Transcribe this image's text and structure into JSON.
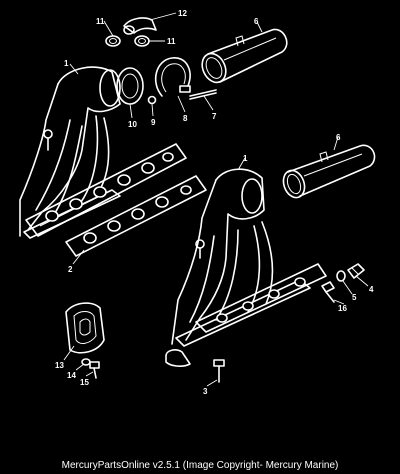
{
  "callouts": {
    "c1a": "1",
    "c1b": "1",
    "c2": "2",
    "c3": "3",
    "c4": "4",
    "c5": "5",
    "c6a": "6",
    "c6b": "6",
    "c7": "7",
    "c8": "8",
    "c9": "9",
    "c10": "10",
    "c11a": "11",
    "c11b": "11",
    "c12": "12",
    "c13": "13",
    "c14": "14",
    "c15": "15",
    "c16": "16"
  },
  "footer": {
    "text": "MercuryPartsOnline v2.5.1 (Image Copyright- Mercury Marine)"
  }
}
